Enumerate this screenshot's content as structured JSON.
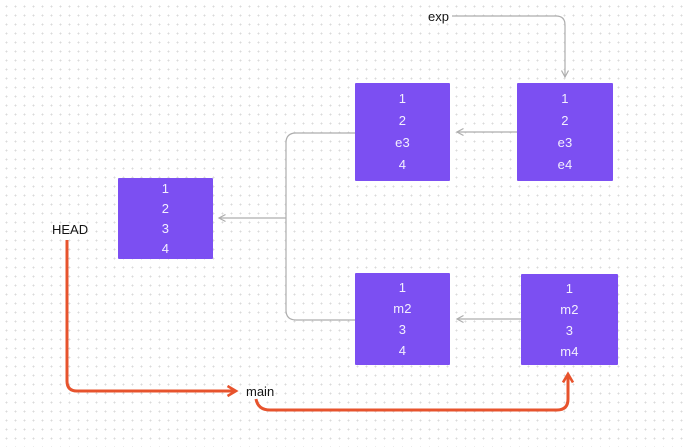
{
  "app": {
    "description": "git branching diagram on a dotted whiteboard canvas"
  },
  "colors": {
    "background": "#ffffff",
    "grid_dot": "#dadada",
    "node_fill": "#7c4ff2",
    "node_text": "#f3effe",
    "connector_gray": "#aeaeae",
    "connector_orange": "#e7532d",
    "label_text": "#141414"
  },
  "labels": {
    "exp": "exp",
    "head": "HEAD",
    "main": "main"
  },
  "nodes": [
    {
      "id": "base",
      "lines": [
        "1",
        "2",
        "3",
        "4"
      ]
    },
    {
      "id": "exp-parent",
      "lines": [
        "1",
        "2",
        "e3",
        "4"
      ]
    },
    {
      "id": "exp-tip",
      "lines": [
        "1",
        "2",
        "e3",
        "e4"
      ]
    },
    {
      "id": "main-parent",
      "lines": [
        "1",
        "m2",
        "3",
        "4"
      ]
    },
    {
      "id": "main-tip",
      "lines": [
        "1",
        "m2",
        "3",
        "m4"
      ]
    }
  ],
  "connectors": {
    "exp_to_exp_tip": "gray arrow from exp label down into top-right node",
    "exp_tip_to_exp_parent": "gray arrow pointing left",
    "main_tip_to_main_parent": "gray arrow pointing left",
    "branches_merge_to_base": "gray forked connector pointing left into base node",
    "head_to_main": "orange arrow from HEAD down and right to main label",
    "main_to_main_tip": "orange arrow from main label right and up into bottom-right node"
  }
}
